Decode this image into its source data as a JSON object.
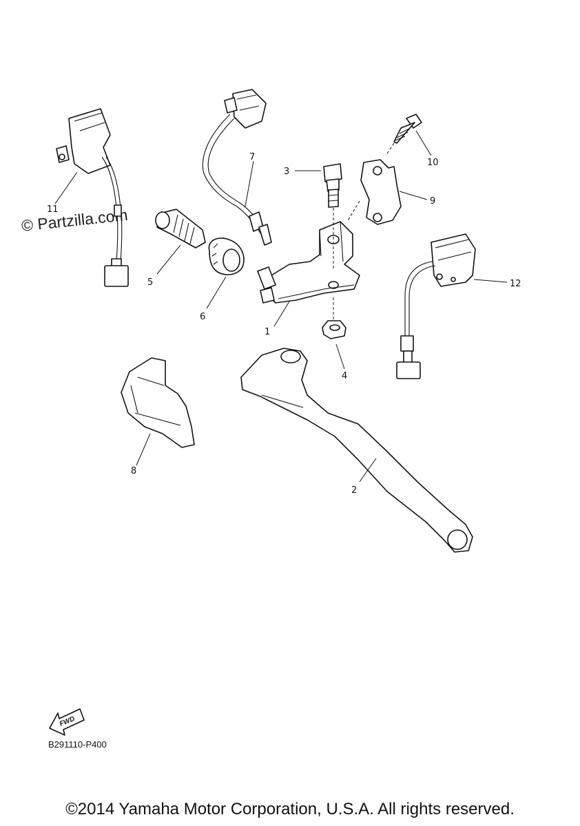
{
  "watermark": "© Partzilla.com",
  "diagram_code": "B291110-P400",
  "fwd_label": "FWD",
  "copyright": "©2014 Yamaha Motor Corporation, U.S.A. All rights reserved.",
  "callouts": {
    "c1": "1",
    "c2": "2",
    "c3": "3",
    "c4": "4",
    "c5": "5",
    "c6": "6",
    "c7": "7",
    "c8": "8",
    "c9": "9",
    "c10": "10",
    "c11": "11",
    "c12": "12"
  }
}
